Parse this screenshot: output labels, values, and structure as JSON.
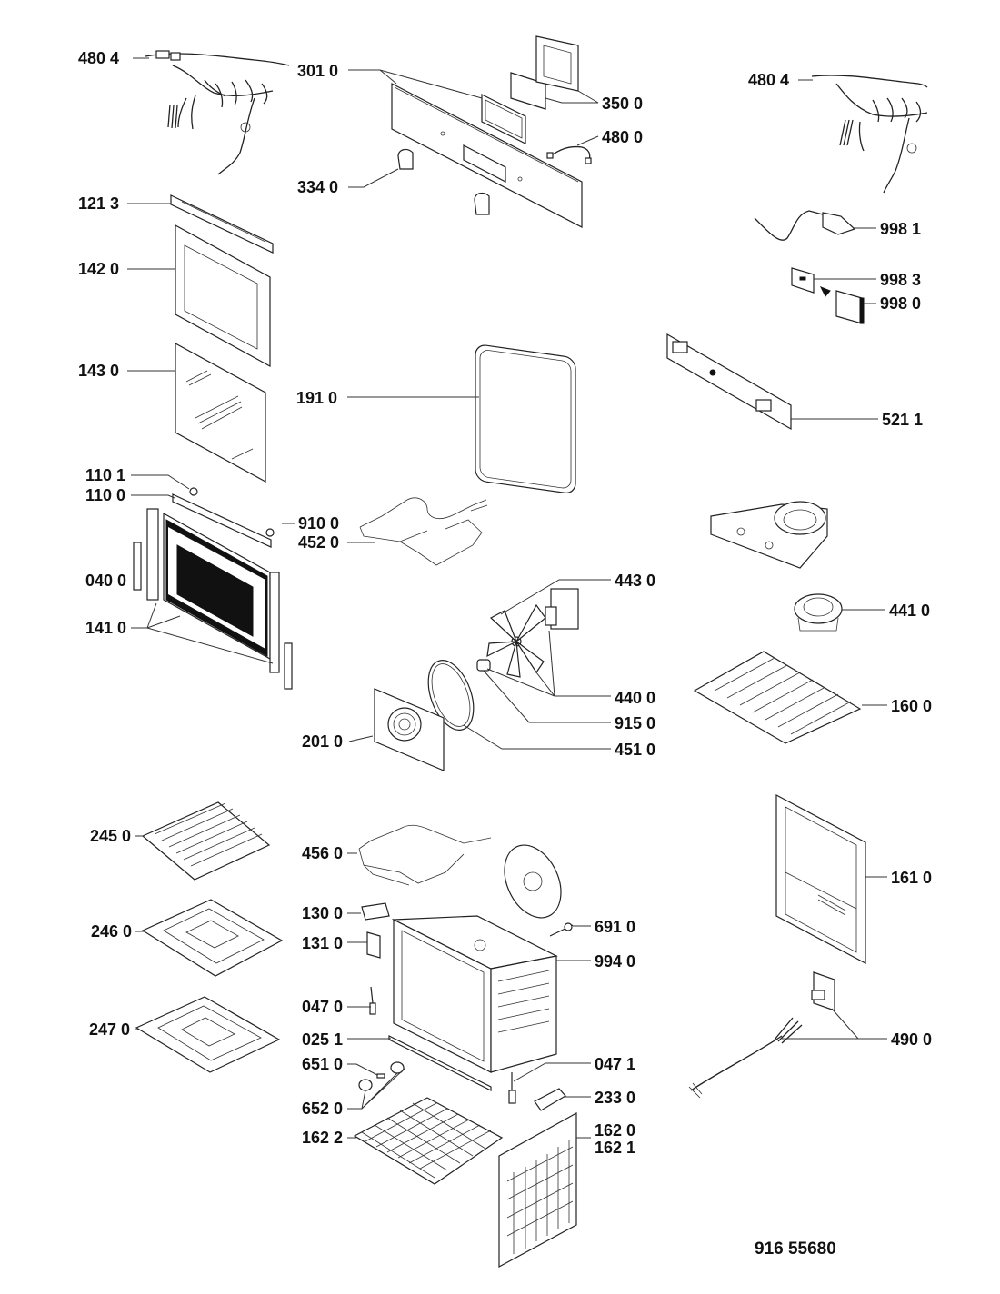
{
  "diagram": {
    "title": "Oven exploded parts diagram",
    "document_number": "916 55680",
    "labels": {
      "harness_left": "480 4",
      "control_panel": "301 0",
      "knob": "334 0",
      "frame_350": "350 0",
      "cable_480_0": "480 0",
      "harness_right": "480 4",
      "door_top_profile": "121 3",
      "inner_glass_frame": "142 0",
      "middle_glass": "143 0",
      "handle_cap": "110 1",
      "handle": "110 0",
      "screw_910": "910 0",
      "grill_element": "452 0",
      "hinge": "040 0",
      "outer_door": "141 0",
      "door_gasket": "191 0",
      "cable_998_1": "998 1",
      "label_998_3": "998 3",
      "manual_998_0": "998 0",
      "control_board": "521 1",
      "fan_motor": "443 0",
      "fan_blade": "440 0",
      "nut_915": "915 0",
      "circular_element": "451 0",
      "fan_cover": "201 0",
      "cooling_fan": "441 0",
      "wire_shelf": "160 0",
      "rear_wall": "161 0",
      "grill_rack": "245 0",
      "deep_tray": "246 0",
      "baking_tray": "247 0",
      "top_element": "456 0",
      "door_lock": "130 0",
      "lock_cover": "131 0",
      "sensor_047_0": "047 0",
      "seal_strip": "025 1",
      "lamp_651": "651 0",
      "lamp_cover": "652 0",
      "bottom_grid": "162 2",
      "spit_691": "691 0",
      "cavity": "994 0",
      "sensor_047_1": "047 1",
      "bracket_233": "233 0",
      "side_grid_162_0": "162 0",
      "side_grid_162_1": "162 1",
      "terminal_block": "490 0"
    }
  }
}
